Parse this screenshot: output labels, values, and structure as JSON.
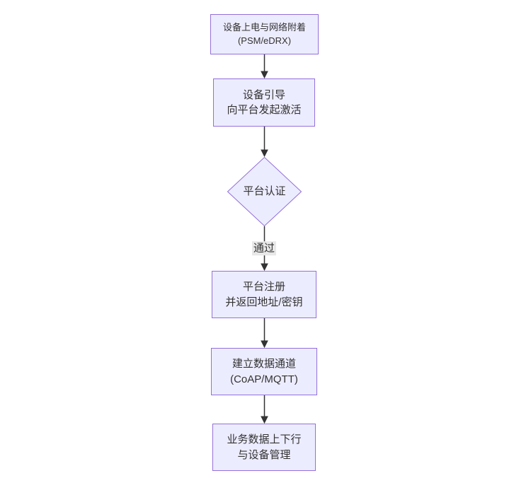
{
  "diagram": {
    "type": "flowchart",
    "direction": "top-down",
    "colors": {
      "canvas-bg": "#ffffff",
      "node-fill": "#ECECFF",
      "node-border": "#9370DB",
      "text-color": "#333333",
      "edge-color": "#333333",
      "edge-label-bg": "#e8e8e8"
    },
    "nodes": [
      {
        "id": "start",
        "shape": "rect",
        "lines": [
          "设备上电与网络附着",
          "(PSM/eDRX)"
        ]
      },
      {
        "id": "boot",
        "shape": "rect",
        "lines": [
          "设备引导",
          "向平台发起激活"
        ]
      },
      {
        "id": "auth",
        "shape": "diamond",
        "lines": [
          "平台认证"
        ]
      },
      {
        "id": "register",
        "shape": "rect",
        "lines": [
          "平台注册",
          "并返回地址/密钥"
        ]
      },
      {
        "id": "channel",
        "shape": "rect",
        "lines": [
          "建立数据通道",
          "(CoAP/MQTT)"
        ]
      },
      {
        "id": "business",
        "shape": "rect",
        "lines": [
          "业务数据上下行",
          "与设备管理"
        ]
      }
    ],
    "edges": [
      {
        "from": "start",
        "to": "boot",
        "label": ""
      },
      {
        "from": "boot",
        "to": "auth",
        "label": ""
      },
      {
        "from": "auth",
        "to": "register",
        "label": "通过"
      },
      {
        "from": "register",
        "to": "channel",
        "label": ""
      },
      {
        "from": "channel",
        "to": "business",
        "label": ""
      }
    ]
  }
}
